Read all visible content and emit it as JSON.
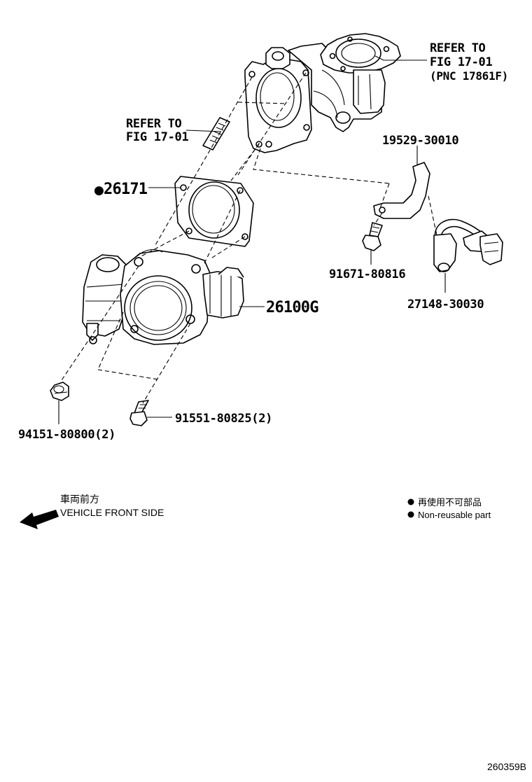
{
  "diagram": {
    "parts": {
      "gasket": "26171",
      "throttle_body": "26100G",
      "bracket": "19529-30010",
      "bolt_small": "91671-80816",
      "sensor": "27148-30030",
      "nut": "94151-80800(2)",
      "bolt": "91551-80825(2)"
    },
    "references": {
      "upper_right_line1": "REFER TO",
      "upper_right_line2": "FIG 17-01",
      "upper_right_line3": "(PNC 17861F)",
      "stud_line1": "REFER TO",
      "stud_line2": "FIG 17-01"
    },
    "markers": {
      "non_reusable_symbol": "●"
    },
    "direction": {
      "label_jp": "車両前方",
      "label_en": "VEHICLE FRONT SIDE",
      "icon": "arrow-left-icon"
    },
    "legend": {
      "label_jp": "再使用不可部品",
      "label_en": "Non-reusable part",
      "symbol": "●"
    },
    "figure_id": "260359B"
  }
}
